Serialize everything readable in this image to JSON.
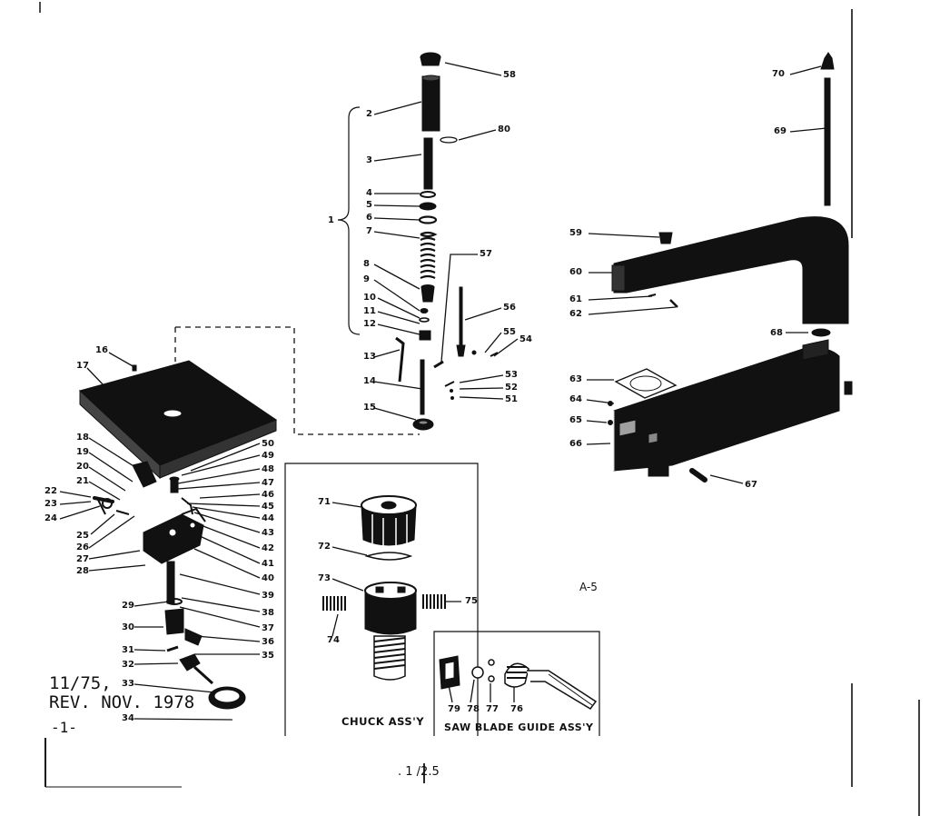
{
  "sheet": {
    "revision_line1": "11/75,",
    "revision_line2": "REV. NOV. 1978",
    "page_marker": "-1-",
    "view_code": "A-5",
    "bottom_note": ". 1 /2.5"
  },
  "assemblies": {
    "chuck": "CHUCK ASS'Y",
    "saw_blade_guide": "SAW BLADE GUIDE ASS'Y"
  },
  "parts": [
    "1",
    "2",
    "3",
    "4",
    "5",
    "6",
    "7",
    "8",
    "9",
    "10",
    "11",
    "12",
    "13",
    "14",
    "15",
    "16",
    "17",
    "18",
    "19",
    "20",
    "21",
    "22",
    "23",
    "24",
    "25",
    "26",
    "27",
    "28",
    "29",
    "30",
    "31",
    "32",
    "33",
    "34",
    "35",
    "36",
    "37",
    "38",
    "39",
    "40",
    "41",
    "42",
    "43",
    "44",
    "45",
    "46",
    "47",
    "48",
    "49",
    "50",
    "51",
    "52",
    "53",
    "54",
    "55",
    "56",
    "57",
    "58",
    "59",
    "60",
    "61",
    "62",
    "63",
    "64",
    "65",
    "66",
    "67",
    "68",
    "69",
    "70",
    "71",
    "72",
    "73",
    "74",
    "75",
    "76",
    "77",
    "78",
    "79",
    "80"
  ]
}
